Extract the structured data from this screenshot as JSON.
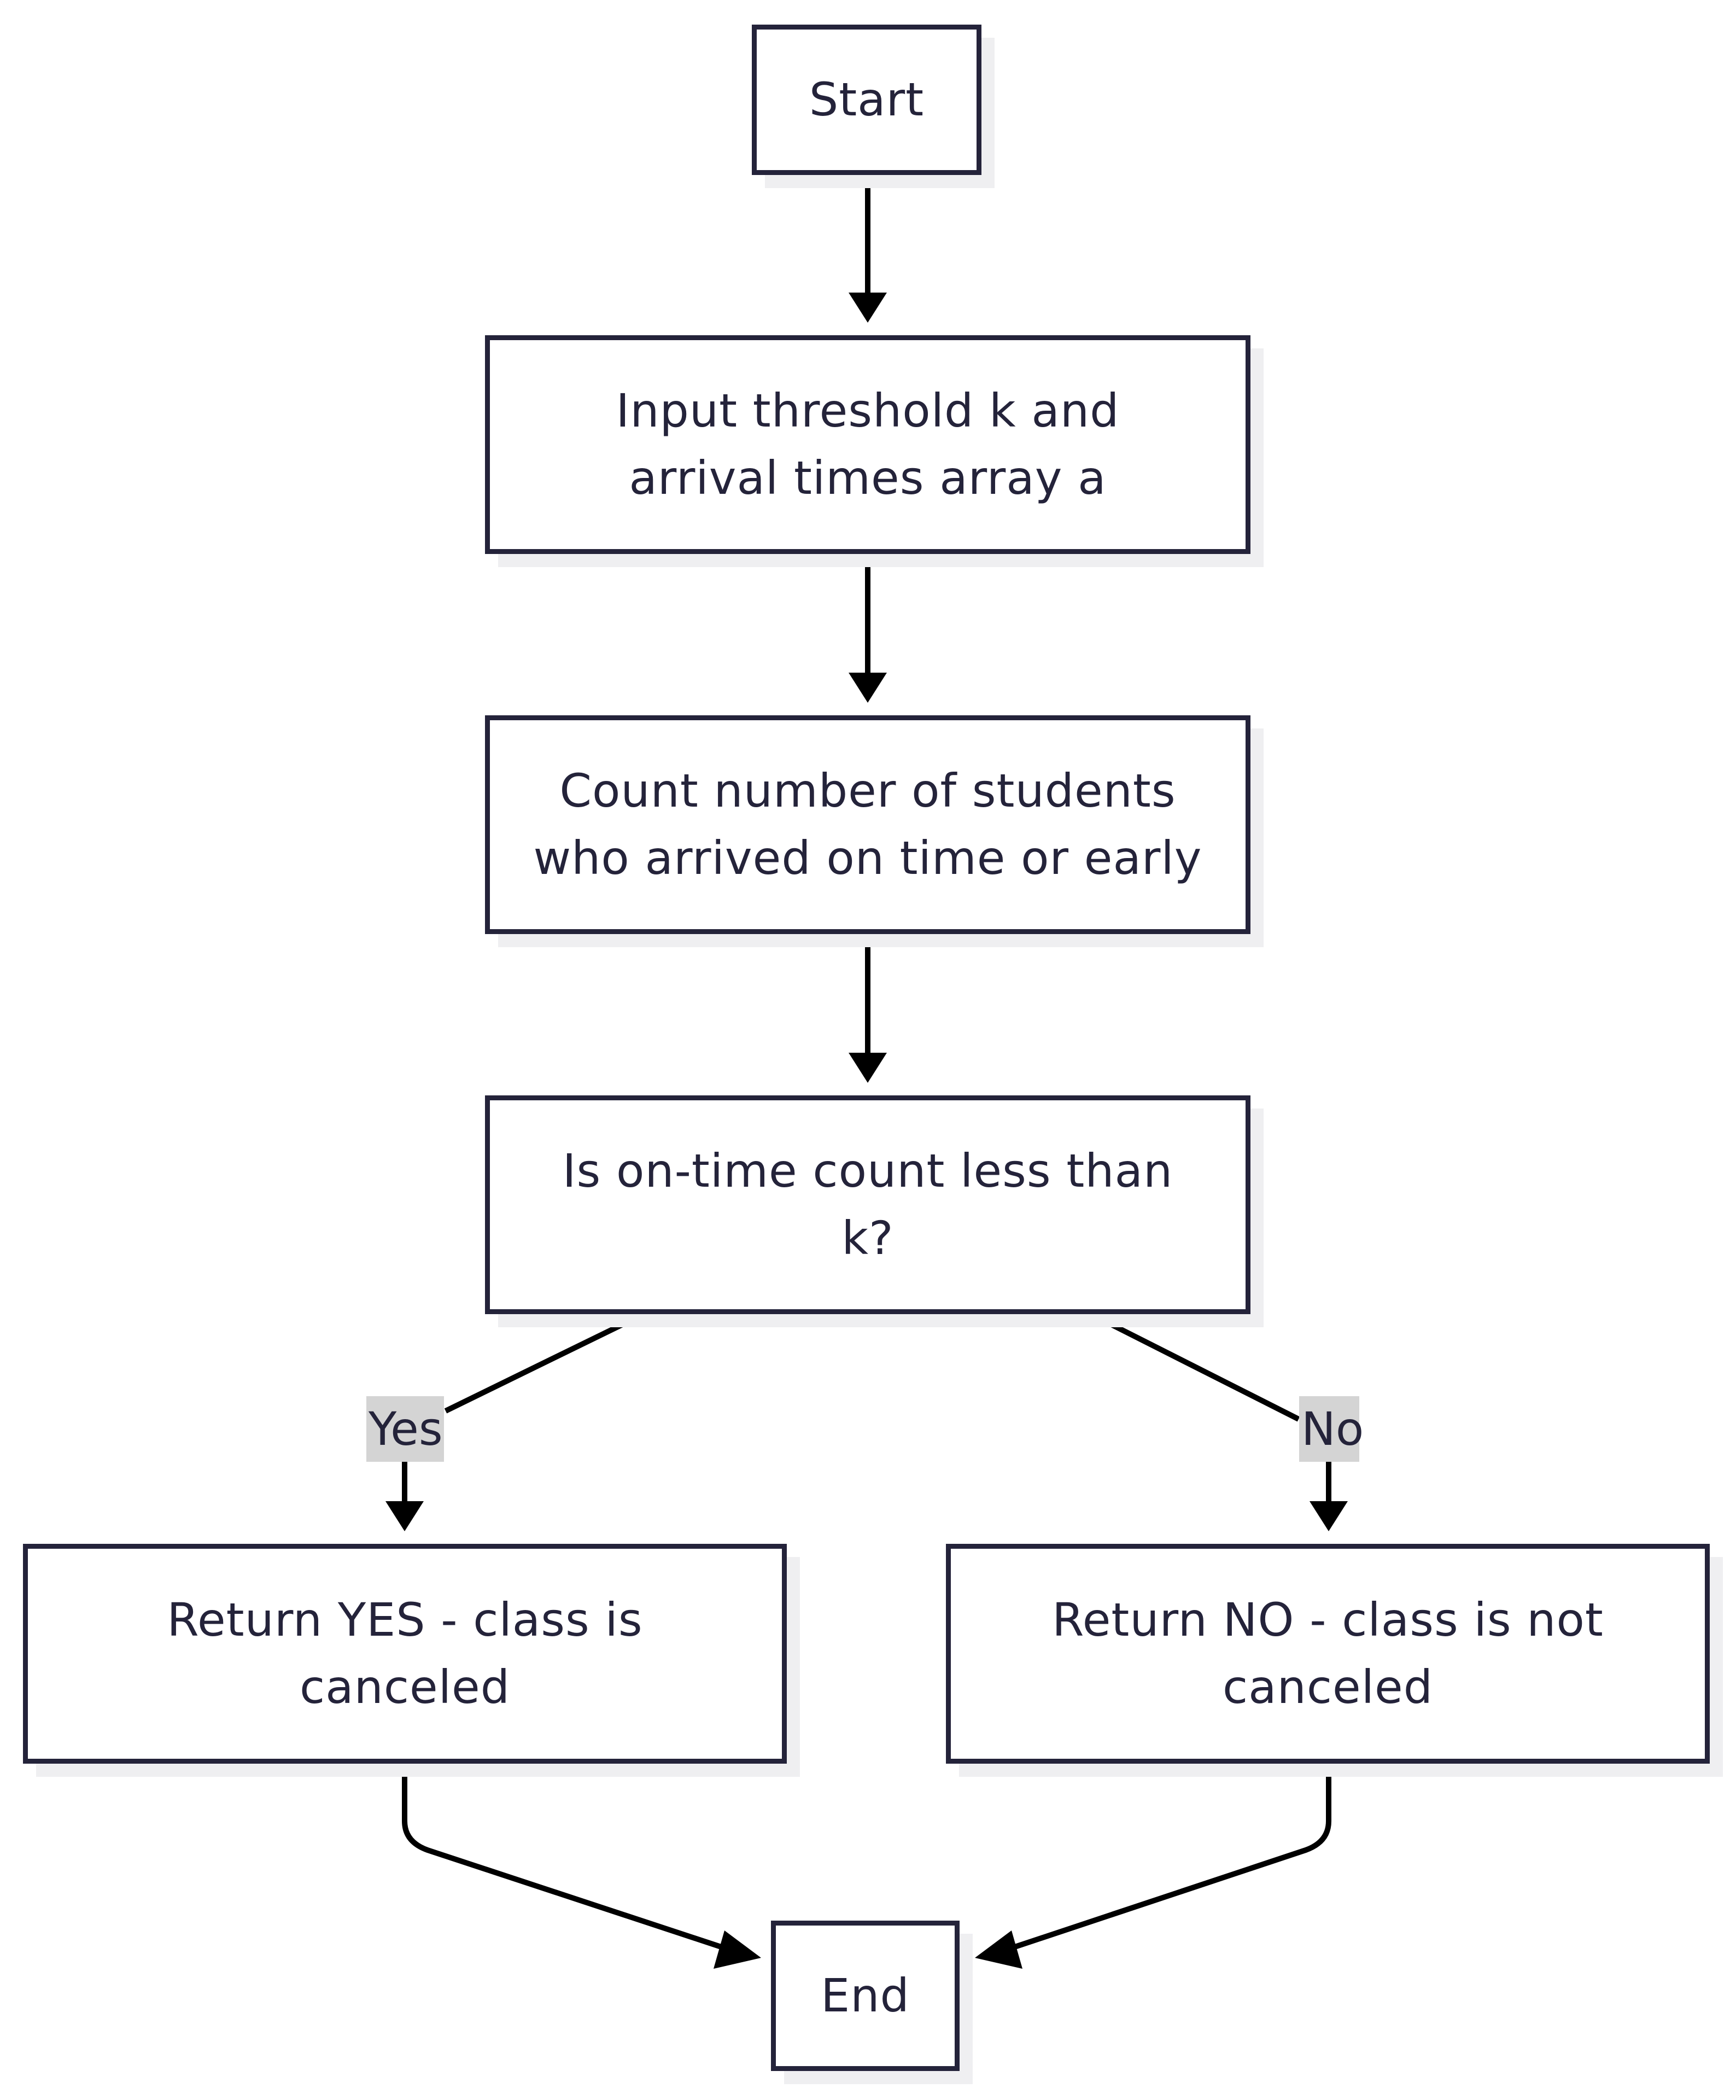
{
  "diagram": {
    "nodes": {
      "start": {
        "label": "Start"
      },
      "input": {
        "label": "Input threshold k and\narrival times array a"
      },
      "count": {
        "label": "Count number of students\nwho arrived on time or early"
      },
      "decision": {
        "label": "Is on-time count less than\nk?"
      },
      "yes_result": {
        "label": "Return YES - class is\ncanceled"
      },
      "no_result": {
        "label": "Return NO - class is not\ncanceled"
      },
      "end": {
        "label": "End"
      }
    },
    "edges": {
      "yes_label": "Yes",
      "no_label": "No"
    },
    "colors": {
      "stroke": "#24233a",
      "shadow": "#efeff1",
      "edge": "#000000",
      "label_bg": "#d4d4d4"
    }
  }
}
